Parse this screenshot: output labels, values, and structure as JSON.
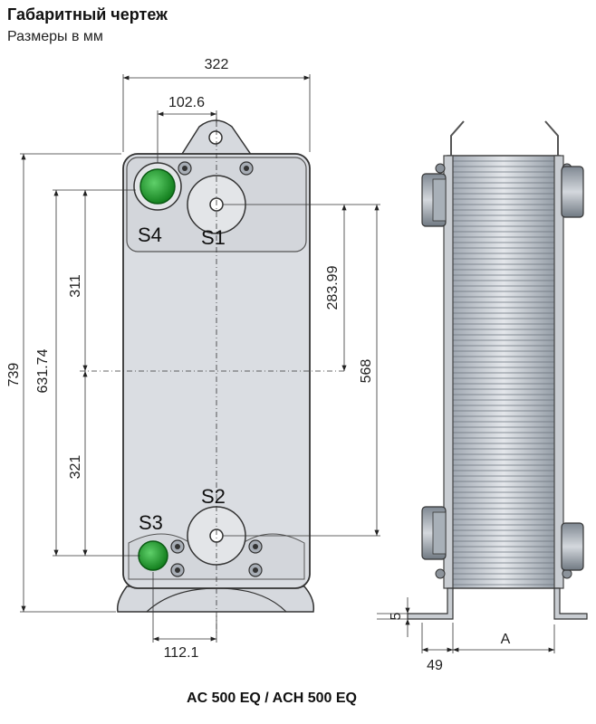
{
  "header": {
    "title": "Габаритный чертеж",
    "subtitle": "Размеры в мм"
  },
  "caption": "AC 500 EQ / ACH 500 EQ",
  "ports": {
    "s1": "S1",
    "s2": "S2",
    "s3": "S3",
    "s4": "S4"
  },
  "dimensions": {
    "width": "322",
    "port_offset_top": "102.6",
    "port_offset_bottom": "112.1",
    "height_total": "739",
    "port_distance_vertical": "631.74",
    "upper_half": "311",
    "lower_half": "321",
    "s1_to_center": "283.99",
    "s1_s2_distance": "568",
    "foot_height": "5",
    "foot_offset": "49",
    "pack_length": "A"
  },
  "colors": {
    "plate": "#dadde2",
    "port_green": "#22a033",
    "outline": "#333333"
  }
}
